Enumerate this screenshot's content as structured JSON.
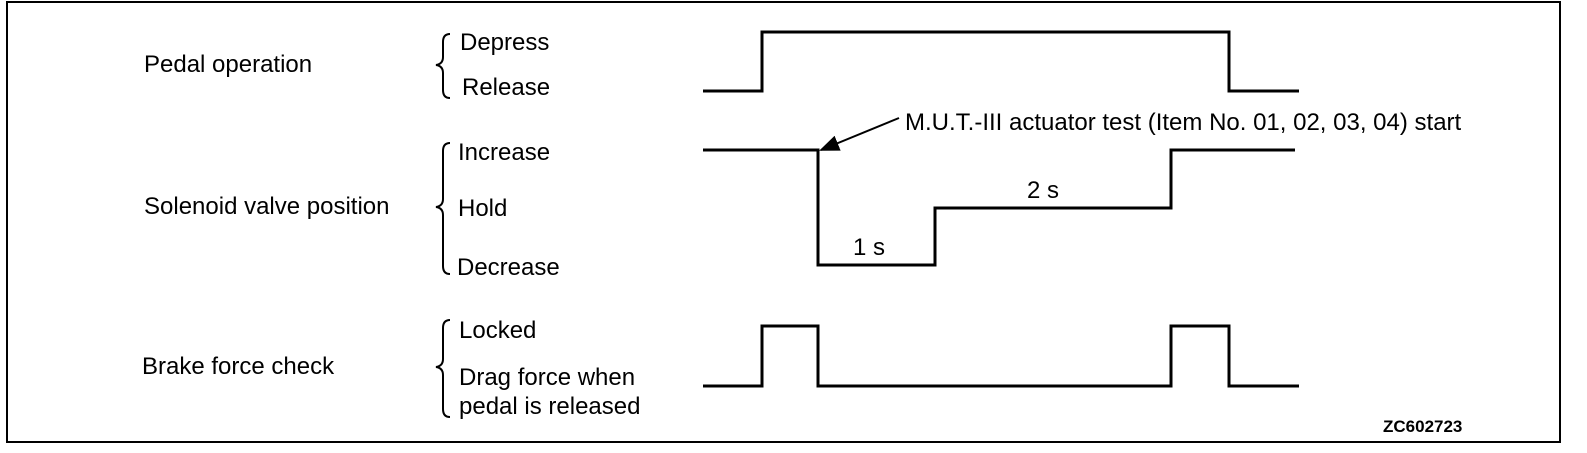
{
  "rows": {
    "pedal": {
      "label": "Pedal operation",
      "states": [
        "Depress",
        "Release"
      ]
    },
    "solenoid": {
      "label": "Solenoid valve position",
      "states": [
        "Increase",
        "Hold",
        "Decrease"
      ]
    },
    "brake": {
      "label": "Brake force check",
      "states": [
        "Locked",
        "Drag force when",
        "pedal is released"
      ]
    }
  },
  "annotations": {
    "test_start": "M.U.T.-III actuator test (Item No. 01, 02, 03, 04) start",
    "decrease_duration": "1 s",
    "hold_duration": "2 s"
  },
  "figure_code": "ZC602723"
}
